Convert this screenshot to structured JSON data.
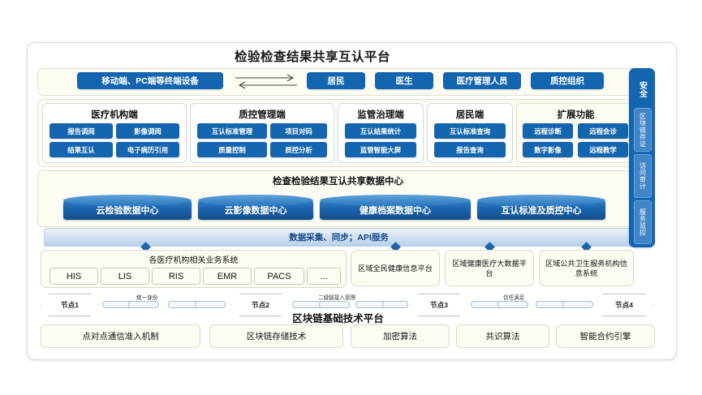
{
  "diagram": {
    "main_title": "检验检查结果共享互认平台"
  },
  "terminal_row": {
    "terminal_device": "移动端、PC端等终端设备",
    "arrow_icon": "double-arrow-icon",
    "roles": [
      {
        "label": "居民"
      },
      {
        "label": "医生"
      },
      {
        "label": "医疗管理人员"
      },
      {
        "label": "质控组织"
      }
    ]
  },
  "application_modules": [
    {
      "title": "医疗机构端",
      "items": [
        "报告调阅",
        "影像调阅",
        "结果互认",
        "电子病历引用"
      ]
    },
    {
      "title": "质控管理端",
      "items": [
        "互认标准管理",
        "项目对码",
        "质量控制",
        "质控分析"
      ]
    },
    {
      "title": "监管治理端",
      "items": [
        "互认结果统计",
        "监管智能大屏"
      ]
    },
    {
      "title": "居民端",
      "items": [
        "互认标准查询",
        "报告查询"
      ]
    },
    {
      "title": "扩展功能",
      "items": [
        "远程诊断",
        "远程会诊",
        "数字影像",
        "远程教学"
      ]
    }
  ],
  "data_center": {
    "title": "检查检验结果互认共享数据中心",
    "stores": [
      {
        "label": "云检验数据中心"
      },
      {
        "label": "云影像数据中心"
      },
      {
        "label": "健康档案数据中心"
      },
      {
        "label": "互认标准及质控中心"
      }
    ]
  },
  "api_band": {
    "label": "数据采集、同步；API服务"
  },
  "business_systems": {
    "medical": {
      "title": "各医疗机构相关业务系统",
      "systems": [
        "HIS",
        "LIS",
        "RIS",
        "EMR",
        "PACS",
        "..."
      ]
    },
    "platforms": [
      {
        "label": "区域全民健康信息平台"
      },
      {
        "label": "区域健康医疗大数据平台"
      },
      {
        "label": "区域公共卫生服务机构信息系统"
      }
    ]
  },
  "blockchain": {
    "nodes": [
      {
        "label": "节点1"
      },
      {
        "label": "节点2"
      },
      {
        "label": "节点3"
      },
      {
        "label": "节点4"
      }
    ],
    "chain_labels": [
      "统一身份",
      "二级链接入管理",
      "信任满足"
    ],
    "title": "区块链基础技术平台",
    "technologies": [
      "点对点通信准入机制",
      "区块链存储技术",
      "加密算法",
      "共识算法",
      "智能合约引擎"
    ]
  },
  "security_bar": {
    "title": "安全",
    "items": [
      "区块链存证",
      "访问审计",
      "服务监控"
    ]
  },
  "colors": {
    "primary_blue": "#1365b0",
    "light_blue": "#3f85c8",
    "cream": "#fdfcf3",
    "border": "#e3decd"
  }
}
